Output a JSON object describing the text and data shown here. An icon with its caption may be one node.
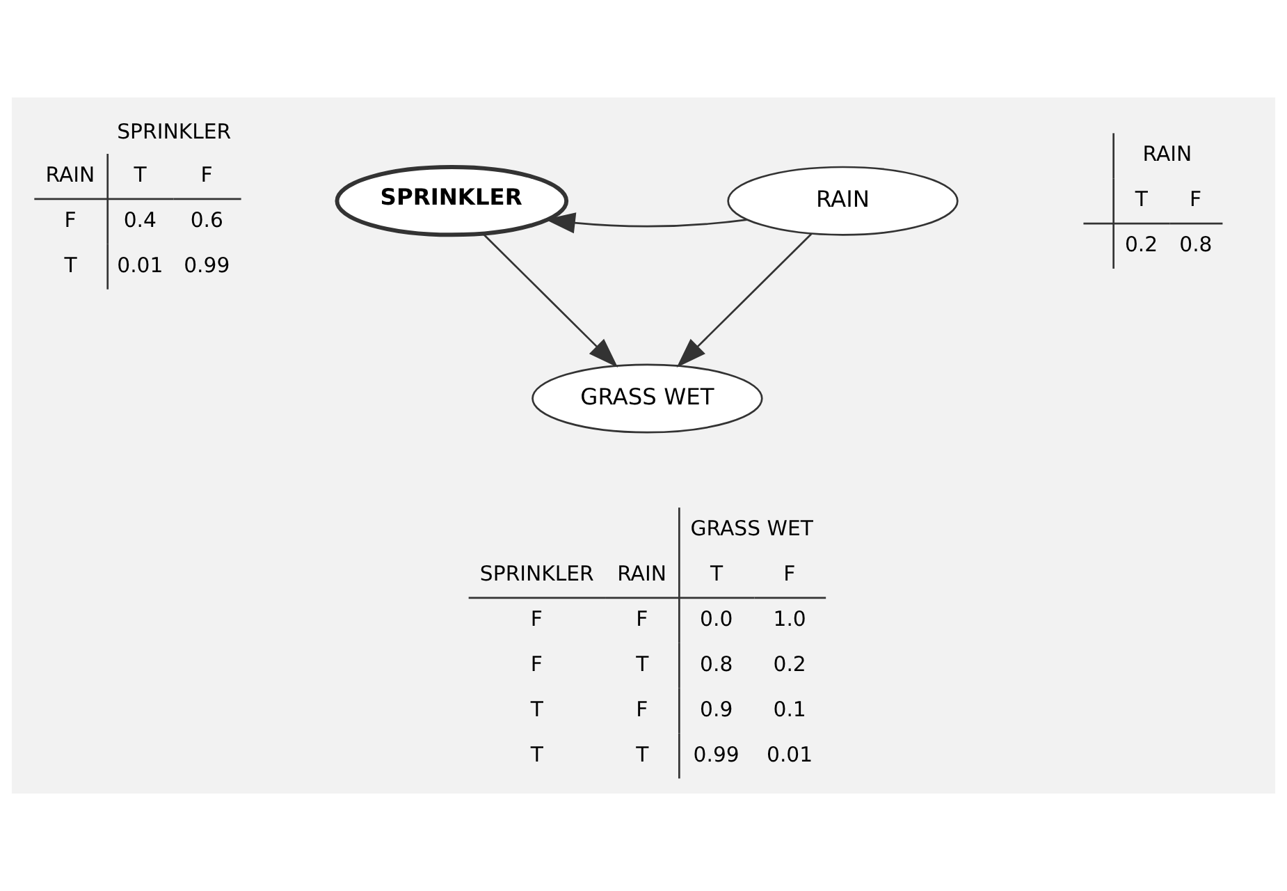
{
  "diagram": {
    "nodes": [
      {
        "text": [
          "SPRINKLER"
        ]
      },
      {
        "text": [
          "RAIN"
        ]
      },
      {
        "text": [
          "GRASS WET"
        ]
      }
    ],
    "edges": [
      {
        "from": 1,
        "to": 0,
        "arrow": "to"
      },
      {
        "from": 0,
        "to": 2,
        "arrow": "to"
      },
      {
        "from": 1,
        "to": 2,
        "arrow": "to"
      }
    ],
    "labels": [
      "SPRINKLER",
      "RAIN",
      "T",
      "F",
      "F",
      "0.4",
      "0.6",
      "T",
      "0.01",
      "0.99",
      "RAIN",
      "T",
      "F",
      "0.2",
      "0.8",
      "GRASS WET",
      "SPRINKLER",
      "RAIN",
      "T",
      "F",
      "F",
      "F",
      "0.0",
      "1.0",
      "F",
      "T",
      "0.8",
      "0.2",
      "T",
      "F",
      "0.9",
      "0.1",
      "T",
      "T",
      "0.99",
      "0.01"
    ]
  }
}
